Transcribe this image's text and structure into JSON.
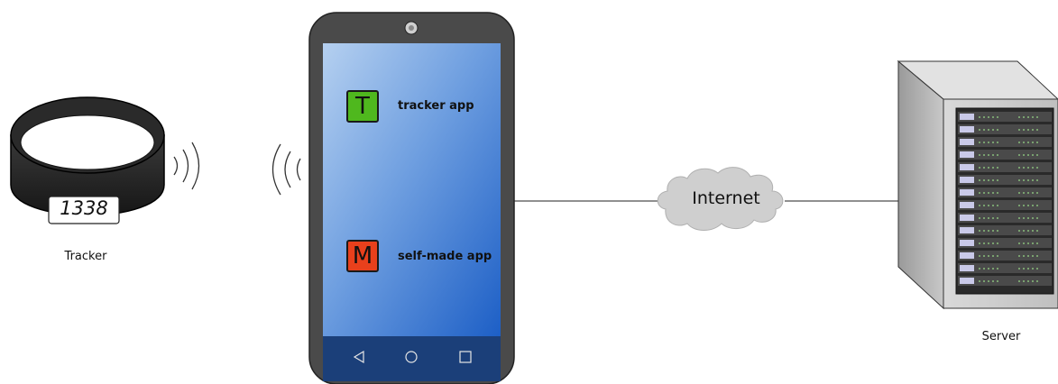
{
  "tracker": {
    "label": "Tracker",
    "display_value": "1338"
  },
  "phone": {
    "apps": [
      {
        "icon_letter": "T",
        "label": "tracker app",
        "color": "#4fb81e"
      },
      {
        "icon_letter": "M",
        "label": "self-made app",
        "color": "#e8401c"
      }
    ],
    "nav_buttons": [
      "back-button",
      "home-button",
      "recents-button"
    ]
  },
  "cloud": {
    "label": "Internet"
  },
  "server": {
    "label": "Server"
  },
  "colors": {
    "screen_top": "#a9c8ee",
    "screen_bottom": "#1a5fc4",
    "phone_body": "#4a4a4a"
  }
}
